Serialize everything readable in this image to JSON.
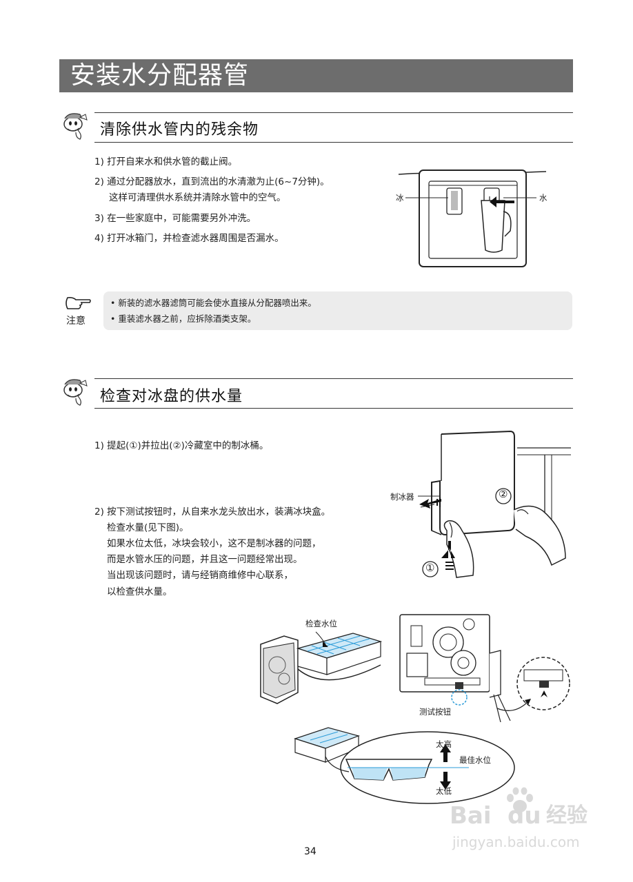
{
  "page_title": "安装水分配器管",
  "section1": {
    "title": "清除供水管内的残余物",
    "steps": [
      "1) 打开自来水和供水管的截止阀。",
      "2) 通过分配器放水，直到流出的水清澈为止(6~7分钟)。",
      "这样可清理供水系统并清除水管中的空气。",
      "3) 在一些家庭中，可能需要另外冲洗。",
      "4) 打开冰箱门，并检查滤水器周围是否漏水。"
    ],
    "figure_labels": {
      "ice": "冰",
      "water": "水"
    }
  },
  "note": {
    "label": "注意",
    "items": [
      "• 新装的滤水器滤筒可能会使水直接从分配器喷出来。",
      "• 重装滤水器之前，应拆除酒类支架。"
    ]
  },
  "section2": {
    "title": "检查对冰盘的供水量",
    "step1": "1) 提起(①)并拉出(②)冷藏室中的制冰桶。",
    "step2": [
      "2) 按下测试按钮时，从自来水龙头放出水，装满冰块盒。",
      "检查水量(见下图)。",
      "如果水位太低，冰块会较小，这不是制冰器的问题，",
      "而是水管水压的问题，并且这一问题经常出现。",
      "当出现该问题时，请与经销商维修中心联系，",
      "以检查供水量。"
    ],
    "figure_labels": {
      "ice_maker": "制冰器",
      "circle1": "①",
      "circle2": "②",
      "check_level": "检查水位",
      "test_button": "测试按钮",
      "too_high": "太高",
      "best_level": "最佳水位",
      "too_low": "太低"
    }
  },
  "page_number": "34",
  "watermark": {
    "brand": "Bai",
    "brand_du": "du",
    "brand_cn": "经验",
    "url": "jingyan.baidu.com"
  }
}
